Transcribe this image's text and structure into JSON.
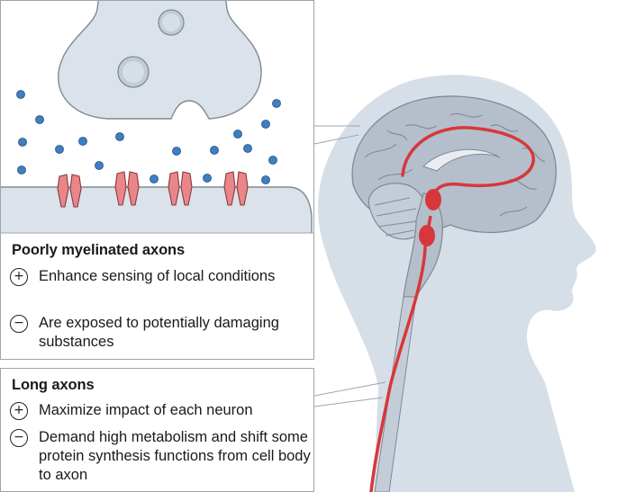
{
  "top_section": {
    "heading": "Poorly myelinated axons",
    "items": [
      {
        "sign": "+",
        "text": "Enhance sensing of local conditions"
      },
      {
        "sign": "−",
        "text": "Are exposed to potentially damaging substances"
      }
    ]
  },
  "bottom_section": {
    "heading": "Long axons",
    "items": [
      {
        "sign": "+",
        "text": "Maximize impact of each neuron"
      },
      {
        "sign": "−",
        "text": "Demand high metabolism and shift some protein synthesis functions from cell body to axon"
      }
    ]
  },
  "colors": {
    "head": "#d6dee8",
    "brain": "#aab5c2",
    "axon": "#d7373b",
    "vesicle": "#3f7fc0",
    "receptor": "#e8868a",
    "frame": "#9aa6b2"
  }
}
